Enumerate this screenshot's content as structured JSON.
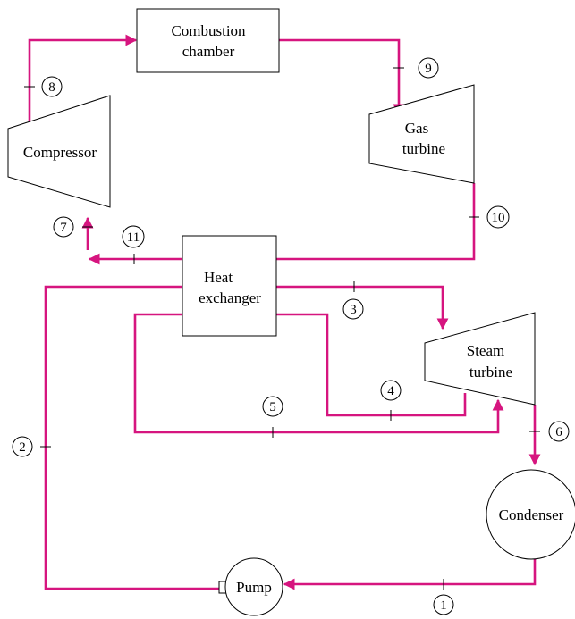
{
  "components": {
    "combustion_chamber": [
      "Combustion",
      "chamber"
    ],
    "compressor": [
      "Compressor"
    ],
    "gas_turbine": [
      "Gas",
      "turbine"
    ],
    "heat_exchanger": [
      "Heat",
      "exchanger"
    ],
    "steam_turbine": [
      "Steam",
      "turbine"
    ],
    "condenser": [
      "Condenser"
    ],
    "pump": [
      "Pump"
    ]
  },
  "states": [
    "1",
    "2",
    "3",
    "4",
    "5",
    "6",
    "7",
    "8",
    "9",
    "10",
    "11"
  ],
  "colors": {
    "pipe": "#d6157f",
    "outline": "#000000"
  }
}
